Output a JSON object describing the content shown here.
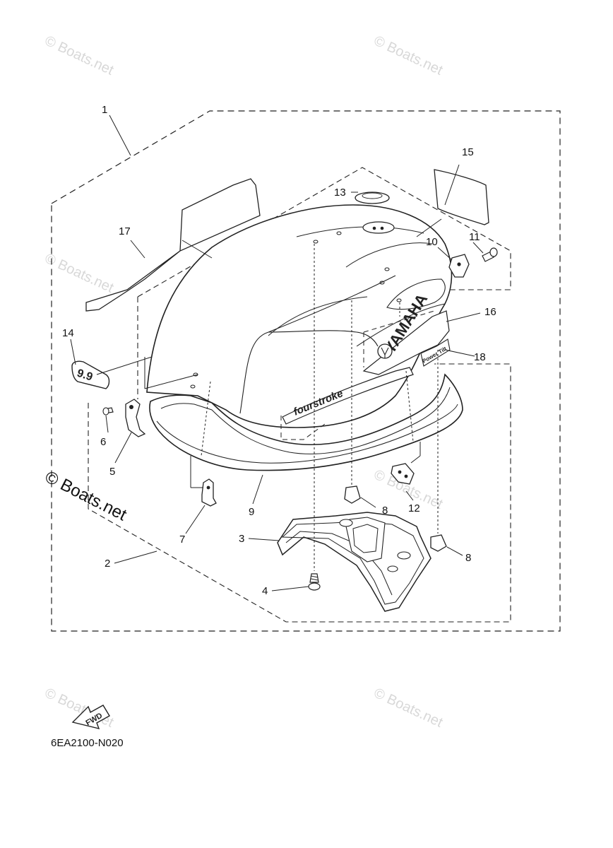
{
  "watermark": {
    "text": "© Boats.net",
    "main_text": "© Boats.net"
  },
  "diagram_code": "6EA2100-N020",
  "fwd_label": "FWD",
  "decals": {
    "brand": "YAMAHA",
    "four_stroke": "fourstroke",
    "power_tilt": "Power Tilt",
    "model_badge": "9.9"
  },
  "callouts": [
    "1",
    "2",
    "3",
    "4",
    "5",
    "6",
    "7",
    "8",
    "8",
    "9",
    "10",
    "11",
    "12",
    "13",
    "14",
    "15",
    "16",
    "17",
    "18"
  ]
}
